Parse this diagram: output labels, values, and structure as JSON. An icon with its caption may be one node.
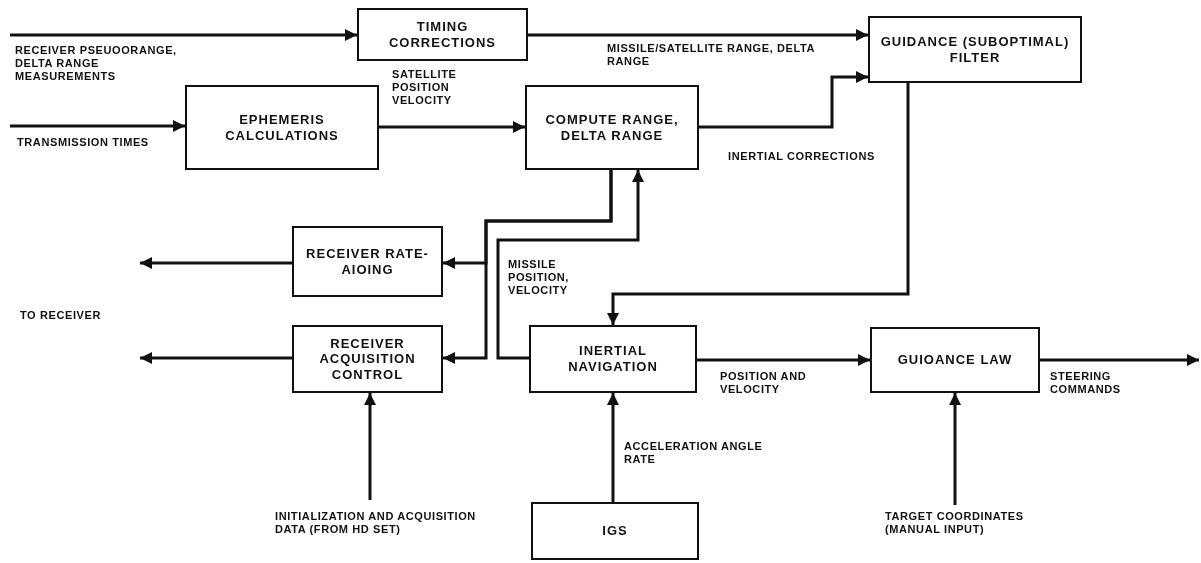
{
  "diagram": {
    "nodes": [
      {
        "text": [
          "TIMING CORRECTIONS"
        ]
      },
      {
        "text": [
          "GUIDANCE (SUBOPTIMAL) FILTER"
        ]
      },
      {
        "text": [
          "EPHEMERIS CALCULATIONS"
        ]
      },
      {
        "text": [
          "COMPUTE RANGE, DELTA RANGE"
        ]
      },
      {
        "text": [
          "RECEIVER RATE-AIOING"
        ]
      },
      {
        "text": [
          "RECEIVER ACQUISITION CONTROL"
        ]
      },
      {
        "text": [
          "INERTIAL NAVIGATION"
        ]
      },
      {
        "text": [
          "GUIOANCE LAW"
        ]
      },
      {
        "text": [
          "IGS"
        ]
      }
    ],
    "edges": [
      {
        "from": null,
        "to": 0,
        "arrow": "to",
        "label": "RECEIVER PSEUOORANGE, DELTA RANGE MEASUREMENTS"
      },
      {
        "from": null,
        "to": 2,
        "arrow": "to",
        "label": "TRANSMISSION TIMES"
      },
      {
        "from": 0,
        "to": 1,
        "arrow": "to",
        "label": "MISSILE/SATELLITE RANGE, DELTA RANGE"
      },
      {
        "from": 2,
        "to": 3,
        "arrow": "to",
        "label": "SATELLITE POSITION VELOCITY"
      },
      {
        "from": 3,
        "to": 1,
        "arrow": "to",
        "label": "INERTIAL CORRECTIONS"
      },
      {
        "from": 3,
        "to": 4,
        "arrow": "to"
      },
      {
        "from": 3,
        "to": 5,
        "arrow": "to"
      },
      {
        "from": 6,
        "to": 3,
        "arrow": "to",
        "label": "MISSILE POSITION, VELOCITY"
      },
      {
        "from": 4,
        "to": null,
        "arrow": "to"
      },
      {
        "from": 5,
        "to": null,
        "arrow": "to"
      },
      {
        "from": 1,
        "to": 6,
        "arrow": "to"
      },
      {
        "from": 6,
        "to": 7,
        "arrow": "to",
        "label": "POSITION AND VELOCITY"
      },
      {
        "from": 7,
        "to": null,
        "arrow": "to",
        "label": "STEERING COMMANDS"
      },
      {
        "from": 8,
        "to": 6,
        "arrow": "to",
        "label": "ACCELERATION ANGLE RATE"
      },
      {
        "from": null,
        "to": 5,
        "arrow": "to",
        "label": "INITIALIZATION AND ACQUISITION DATA (FROM HD SET)"
      },
      {
        "from": null,
        "to": 7,
        "arrow": "to",
        "label": "TARGET COORDINATES (MANUAL INPUT)"
      }
    ],
    "labels": [
      "TO RECEIVER"
    ]
  }
}
